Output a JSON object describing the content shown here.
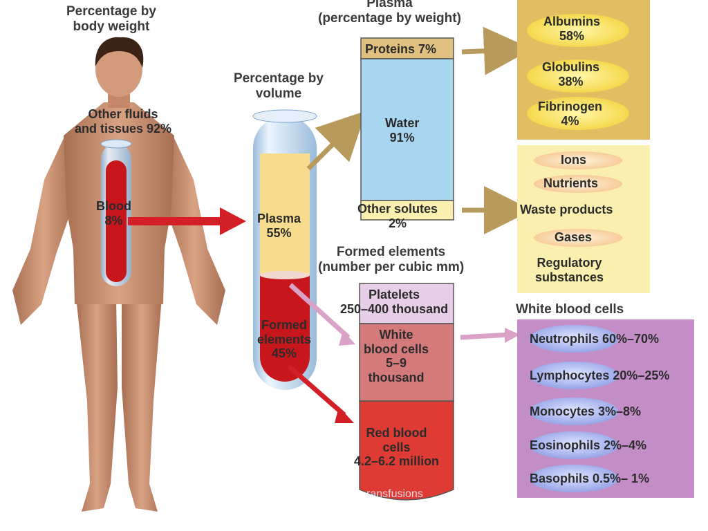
{
  "headings": {
    "body_weight": "Percentage by\nbody weight",
    "plasma_weight": "Plasma\n(percentage by weight)",
    "volume": "Percentage by\nvolume",
    "formed_elements": "Formed elements\n(number per cubic mm)",
    "white_blood_cells": "White blood cells"
  },
  "body": {
    "other": "Other fluids\nand tissues 92%",
    "blood": "Blood\n8%"
  },
  "tube": {
    "plasma": "Plasma\n55%",
    "formed": "Formed\nelements\n45%"
  },
  "plasma_column": {
    "proteins": "Proteins 7%",
    "water": "Water\n91%",
    "solutes": "Other solutes\n2%"
  },
  "proteins": [
    "Albumins\n58%",
    "Globulins\n38%",
    "Fibrinogen\n4%"
  ],
  "solutes": [
    "Ions",
    "Nutrients",
    "Waste products",
    "Gases",
    "Regulatory\nsubstances"
  ],
  "formed_column": {
    "platelets": "Platelets\n250–400 thousand",
    "wbc": "White\nblood cells\n5–9\nthousand",
    "rbc": "Red blood\ncells\n4.2–6.2 million"
  },
  "wbc_types": [
    "Neutrophils 60%–70%",
    "Lymphocytes 20%–25%",
    "Monocytes 3%–8%",
    "Eosinophils 2%–4%",
    "Basophils 0.5%– 1%"
  ],
  "watermark": "ransfusions",
  "colors": {
    "blood_red": "#c8161d",
    "plasma_yellow": "#f7dc8e",
    "water_blue": "#a9d6ef",
    "protein_panel": "#e2bd62",
    "solute_panel": "#faefaf",
    "wbc_panel": "#c38ec5",
    "skin": "#c99072"
  }
}
